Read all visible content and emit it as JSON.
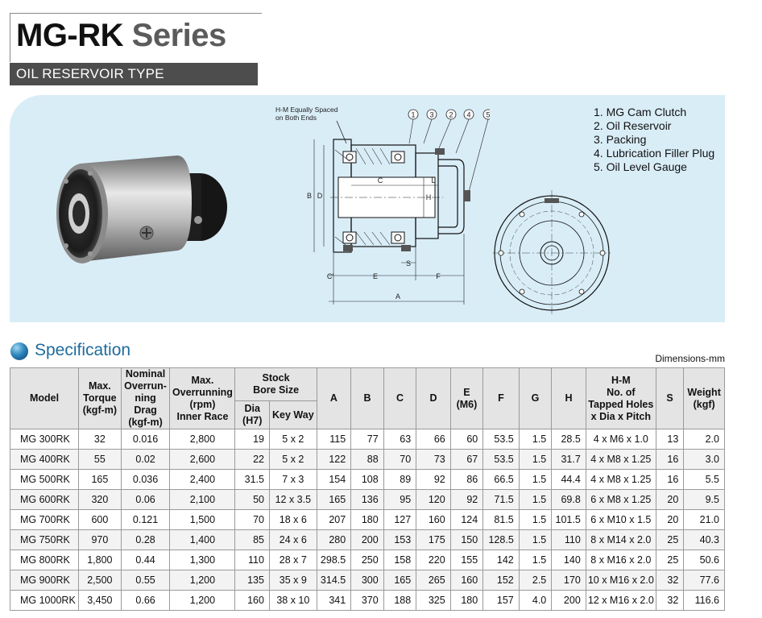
{
  "header": {
    "title_main": "MG-RK",
    "title_series": "Series",
    "subtitle": "OIL RESERVOIR TYPE"
  },
  "drawing": {
    "note_line1": "H-M Equally Spaced",
    "note_line2": "on Both Ends",
    "callouts": [
      "1",
      "3",
      "2",
      "4",
      "5"
    ],
    "dim_labels": {
      "b": "B",
      "d": "D",
      "c": "C",
      "l": "L",
      "h": "H",
      "s": "S",
      "cprime": "C'",
      "e": "E",
      "f": "F",
      "a": "A"
    }
  },
  "parts_list": [
    "1. MG Cam Clutch",
    "2. Oil Reservoir",
    "3. Packing",
    "4. Lubrication Filler Plug",
    "5. Oil Level Gauge"
  ],
  "specification": {
    "heading": "Specification",
    "units_note": "Dimensions-mm",
    "headers": {
      "model": "Model",
      "torque": [
        "Max.",
        "Torque",
        "(kgf-m)"
      ],
      "drag": [
        "Nominal",
        "Overrun-",
        "ning Drag",
        "(kgf-m)"
      ],
      "overrun": [
        "Max.",
        "Overrunning",
        "(rpm)",
        "Inner Race"
      ],
      "stock": [
        "Stock",
        "Bore Size"
      ],
      "dia": [
        "Dia",
        "(H7)"
      ],
      "keyway": "Key Way",
      "a": "A",
      "b": "B",
      "c": "C",
      "d": "D",
      "e": [
        "E",
        "(M6)"
      ],
      "f": "F",
      "g": "G",
      "h": "H",
      "hm": [
        "H-M",
        "No. of",
        "Tapped Holes",
        "x Dia x Pitch"
      ],
      "s": "S",
      "weight": [
        "Weight",
        "(kgf)"
      ]
    },
    "rows": [
      [
        "MG 300RK",
        "32",
        "0.016",
        "2,800",
        "19",
        "5 x 2",
        "115",
        "77",
        "63",
        "66",
        "60",
        "53.5",
        "1.5",
        "28.5",
        "4 x M6 x 1.0",
        "13",
        "2.0"
      ],
      [
        "MG 400RK",
        "55",
        "0.02",
        "2,600",
        "22",
        "5 x 2",
        "122",
        "88",
        "70",
        "73",
        "67",
        "53.5",
        "1.5",
        "31.7",
        "4 x M8 x 1.25",
        "16",
        "3.0"
      ],
      [
        "MG 500RK",
        "165",
        "0.036",
        "2,400",
        "31.5",
        "7 x 3",
        "154",
        "108",
        "89",
        "92",
        "86",
        "66.5",
        "1.5",
        "44.4",
        "4 x M8 x 1.25",
        "16",
        "5.5"
      ],
      [
        "MG 600RK",
        "320",
        "0.06",
        "2,100",
        "50",
        "12 x 3.5",
        "165",
        "136",
        "95",
        "120",
        "92",
        "71.5",
        "1.5",
        "69.8",
        "6 x M8 x 1.25",
        "20",
        "9.5"
      ],
      [
        "MG 700RK",
        "600",
        "0.121",
        "1,500",
        "70",
        "18 x 6",
        "207",
        "180",
        "127",
        "160",
        "124",
        "81.5",
        "1.5",
        "101.5",
        "6 x M10 x 1.5",
        "20",
        "21.0"
      ],
      [
        "MG 750RK",
        "970",
        "0.28",
        "1,400",
        "85",
        "24 x 6",
        "280",
        "200",
        "153",
        "175",
        "150",
        "128.5",
        "1.5",
        "110",
        "8 x M14 x 2.0",
        "25",
        "40.3"
      ],
      [
        "MG 800RK",
        "1,800",
        "0.44",
        "1,300",
        "110",
        "28 x 7",
        "298.5",
        "250",
        "158",
        "220",
        "155",
        "142",
        "1.5",
        "140",
        "8 x M16 x 2.0",
        "25",
        "50.6"
      ],
      [
        "MG 900RK",
        "2,500",
        "0.55",
        "1,200",
        "135",
        "35 x 9",
        "314.5",
        "300",
        "165",
        "265",
        "160",
        "152",
        "2.5",
        "170",
        "10 x M16 x 2.0",
        "32",
        "77.6"
      ],
      [
        "MG 1000RK",
        "3,450",
        "0.66",
        "1,200",
        "160",
        "38 x 10",
        "341",
        "370",
        "188",
        "325",
        "180",
        "157",
        "4.0",
        "200",
        "12 x M16 x 2.0",
        "32",
        "116.6"
      ]
    ]
  }
}
